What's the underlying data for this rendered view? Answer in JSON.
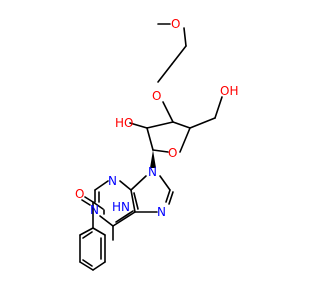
{
  "molecule": {
    "atoms": {
      "o_methoxy": "O",
      "o_ether": "O",
      "o_ring": "O",
      "oh_ribose": "HO",
      "oh_primary": "OH",
      "o_carbonyl": "O",
      "n9": "N",
      "n7": "N",
      "n3": "N",
      "n1": "N",
      "nh_amide": "HN"
    },
    "colors": {
      "carbon": "#000000",
      "oxygen": "#ff0000",
      "nitrogen": "#0000ff"
    }
  }
}
